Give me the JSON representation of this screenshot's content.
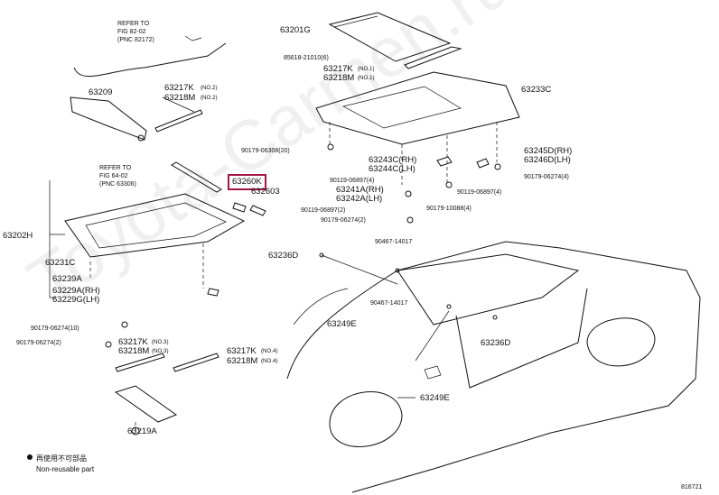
{
  "diagram": {
    "refs": {
      "ref1": "REFER TO\nFIG 82-02\n(PNC 82172)",
      "ref2": "REFER TO\nFIG 64-02\n(PNC 63306)"
    },
    "labels": {
      "p63209": "63209",
      "p63217K_a": "63217K",
      "p63218M_a": "63218M",
      "no2_a": "(NO.2)",
      "no2_b": "(NO.2)",
      "p63201G": "63201G",
      "p85618": "85618-21010(6)",
      "p63217K_b": "63217K",
      "p63218M_b": "63218M",
      "no1_a": "(NO.1)",
      "no1_b": "(NO.1)",
      "p63233C": "63233C",
      "p90179_06308": "90179-06308(20)",
      "p63243C": "63243C(RH)",
      "p63244C": "63244C(LH)",
      "p63245D": "63245D(RH)",
      "p63246D": "63246D(LH)",
      "p90179_06274_4": "90179-06274(4)",
      "p90119_06897_4a": "90119-06897(4)",
      "p90119_06897_4b": "90119-06897(4)",
      "p63241A": "63241A(RH)",
      "p63242A": "63242A(LH)",
      "p90119_06897_2": "90119-06897(2)",
      "p90179_10088": "90179-10088(4)",
      "p90179_06274_2a": "90179-06274(2)",
      "p63260K": "63260K",
      "p632603": "632603",
      "p63202H": "63202H",
      "p63231C": "63231C",
      "p63239A": "63239A",
      "p63229A": "63229A(RH)",
      "p63229G": "63229G(LH)",
      "p90179_06274_10": "90179-06274(10)",
      "p90179_06274_2b": "90179-06274(2)",
      "p63217K_c": "63217K",
      "p63218M_c": "63218M",
      "no3_a": "(NO.3)",
      "no3_b": "(NO.3)",
      "p63217K_d": "63217K",
      "p63218M_d": "63218M",
      "no4_a": "(NO.4)",
      "no4_b": "(NO.4)",
      "p63219A": "63219A",
      "p63236D_a": "63236D",
      "p63236D_b": "63236D",
      "p90467_a": "90467-14017",
      "p90467_b": "90467-14017",
      "p63249E_a": "63249E",
      "p63249E_b": "63249E"
    },
    "legend": {
      "line1": "再使用不可部品",
      "line2": "Non-reusable part"
    },
    "page_ref": "816721",
    "watermark": "Toyota-Carmen.ru",
    "colors": {
      "highlight": "#a3163f",
      "ink": "#111111"
    }
  }
}
